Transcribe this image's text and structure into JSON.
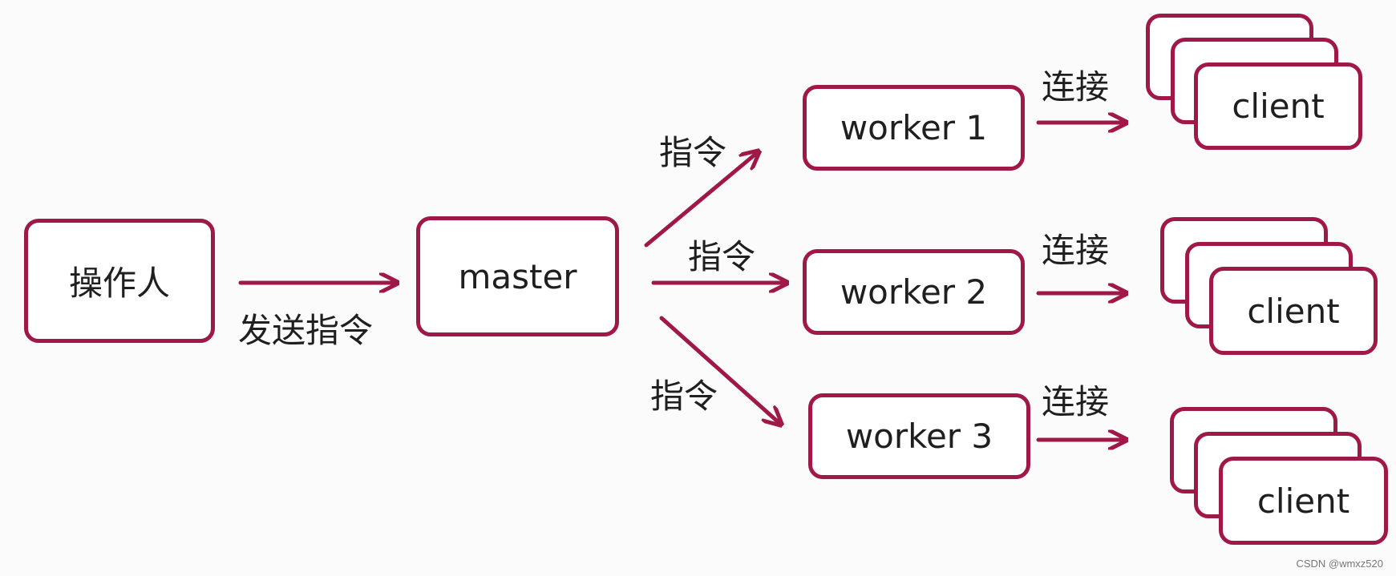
{
  "diagram": {
    "stroke_color": "#a01848",
    "operator": {
      "label": "操作人"
    },
    "master": {
      "label": "master"
    },
    "edge_to_master": {
      "label": "发送指令"
    },
    "workers": [
      {
        "label": "worker 1",
        "command_label": "指令",
        "connect_label": "连接",
        "client_label": "client"
      },
      {
        "label": "worker 2",
        "command_label": "指令",
        "connect_label": "连接",
        "client_label": "client"
      },
      {
        "label": "worker 3",
        "command_label": "指令",
        "connect_label": "连接",
        "client_label": "client"
      }
    ]
  },
  "watermark": "CSDN @wmxz520"
}
